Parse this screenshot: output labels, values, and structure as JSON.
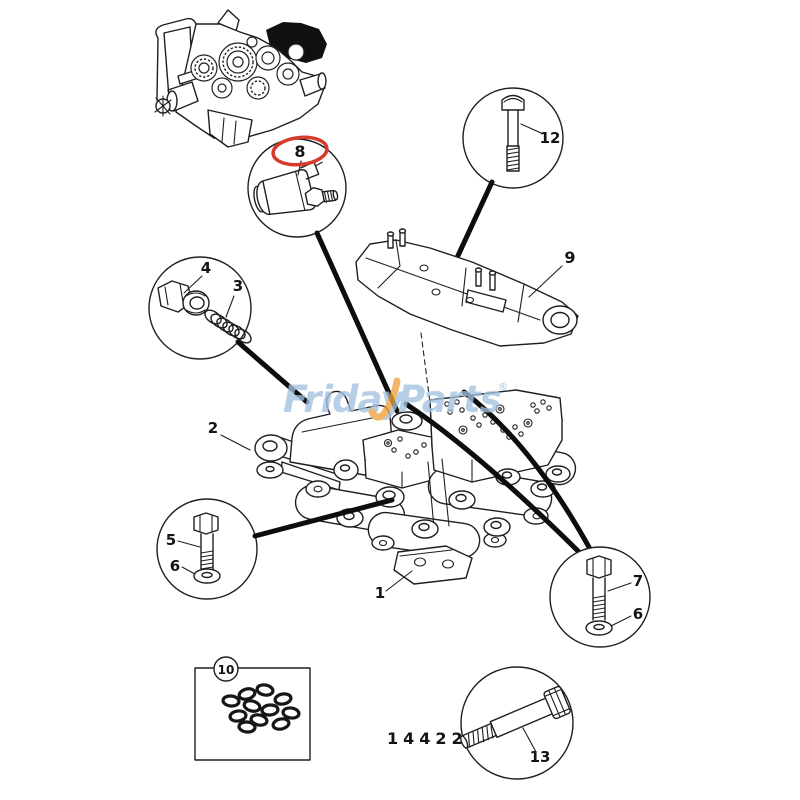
{
  "figure": {
    "background": "#ffffff",
    "ink": "#1f1f1f"
  },
  "watermark": {
    "word1": "Friday",
    "word2": "Parts",
    "registered": "®",
    "text_color": "#a3c2e0",
    "check_color": "#eea43c"
  },
  "drawing_number": "144221",
  "highlight": {
    "part": "8",
    "color": "#d63a2b"
  },
  "callouts": {
    "part1": "1",
    "part2": "2",
    "part3": "3",
    "part4": "4",
    "part5": "5",
    "part6_left": "6",
    "part6_right": "6",
    "part7": "7",
    "part8": "8",
    "part9": "9",
    "part10": "10",
    "part12": "12",
    "part13": "13"
  }
}
